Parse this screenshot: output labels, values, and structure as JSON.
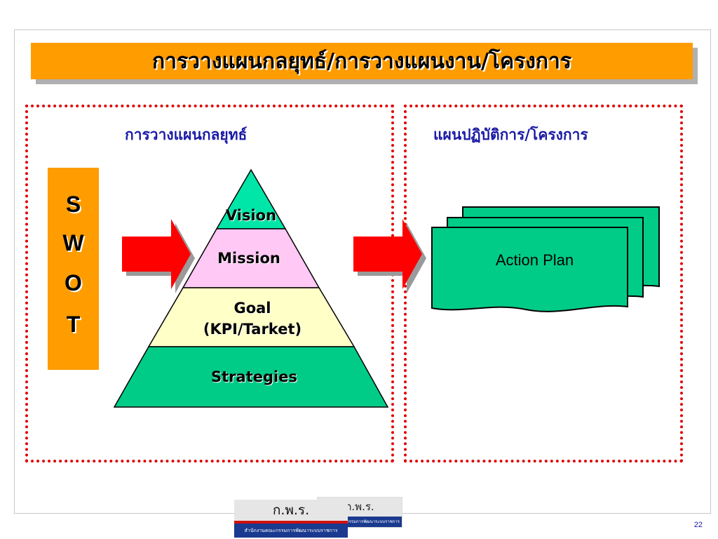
{
  "slide": {
    "title": "การวางแผนกลยุทธ์/การวางแผนงาน/โครงการ",
    "page_number": "22"
  },
  "left_panel": {
    "heading": "การวางแผนกลยุทธ์",
    "swot_letters": [
      "S",
      "W",
      "O",
      "T"
    ],
    "pyramid_levels": [
      {
        "label": "Vision",
        "color": "#00e6a8"
      },
      {
        "label": "Mission",
        "color": "#ffc8f5"
      },
      {
        "label": "Goal",
        "label_line2": "(KPI/Tarket)",
        "color": "#ffffc8"
      },
      {
        "label": "Strategies",
        "color": "#00cc88"
      }
    ]
  },
  "right_panel": {
    "heading": "แผนปฏิบัติการ/โครงการ",
    "document_label": "Action Plan",
    "document_color": "#00cc88"
  },
  "colors": {
    "title_bar": "#ff9c00",
    "swot_box": "#ff9c00",
    "arrow": "#ff0000",
    "panel_border": "#e00000",
    "heading_text": "#1a1aa6"
  },
  "logo": {
    "front_main": "ก.พ.ร.",
    "front_sub": "สำนักงานคณะกรรมการพัฒนาระบบราชการ",
    "back_main": "ก.พ.ร.",
    "back_sub": "สำนักงานคณะกรรมการพัฒนาระบบราชการ"
  }
}
